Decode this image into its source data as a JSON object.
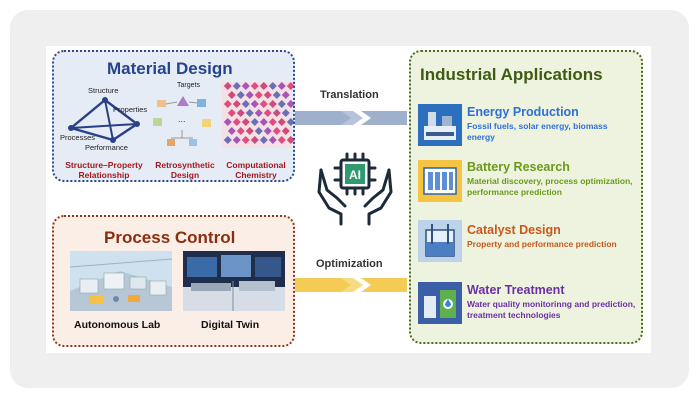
{
  "material_design": {
    "title": "Material Design",
    "triangle": {
      "top": "Structure",
      "right": "Properties",
      "bottom_left": "Processes",
      "bottom": "Performance"
    },
    "retro_targets": "Targets",
    "retro_ellipsis": "...",
    "labels": [
      {
        "line1": "Structure–Property",
        "line2": "Relationship"
      },
      {
        "line1": "Retrosynthetic",
        "line2": "Design"
      },
      {
        "line1": "Computational",
        "line2": "Chemistry"
      }
    ]
  },
  "process_control": {
    "title": "Process Control",
    "captions": [
      "Autonomous Lab",
      "Digital Twin"
    ]
  },
  "arrows": {
    "translation": "Translation",
    "optimization": "Optimization"
  },
  "ai_chip": "AI",
  "industrial": {
    "title": "Industrial Applications",
    "apps": [
      {
        "title": "Energy Production",
        "desc": "Fossil fuels, solar energy, biomass energy",
        "color": "#2f6fd8"
      },
      {
        "title": "Battery Research",
        "desc": "Material discovery, process optimization, performance prediction",
        "color": "#6a9a1a"
      },
      {
        "title": "Catalyst Design",
        "desc": "Property and performance prediction",
        "color": "#c9581b"
      },
      {
        "title": "Water Treatment",
        "desc": "Water quality monitorinng and prediction, treatment technologies",
        "color": "#6b2fa8"
      }
    ]
  },
  "colors": {
    "blue": "#26448a",
    "brown": "#8c2d10",
    "green": "#3e5b12",
    "arrow_top": "#9fb0cc",
    "arrow_bottom": "#f4cc55"
  }
}
